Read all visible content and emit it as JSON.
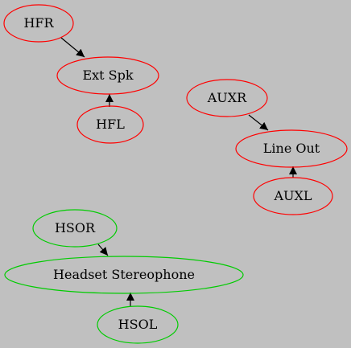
{
  "graph": {
    "background": "#c0c0c0",
    "edge_color": "#000000",
    "nodes": [
      {
        "id": "hfr",
        "label": "HFR",
        "border": "#ff0000"
      },
      {
        "id": "ext-spk",
        "label": "Ext Spk",
        "border": "#ff0000"
      },
      {
        "id": "hfl",
        "label": "HFL",
        "border": "#ff0000"
      },
      {
        "id": "auxr",
        "label": "AUXR",
        "border": "#ff0000"
      },
      {
        "id": "line-out",
        "label": "Line Out",
        "border": "#ff0000"
      },
      {
        "id": "auxl",
        "label": "AUXL",
        "border": "#ff0000"
      },
      {
        "id": "hsor",
        "label": "HSOR",
        "border": "#00cc00"
      },
      {
        "id": "headset-stereophone",
        "label": "Headset Stereophone",
        "border": "#00cc00"
      },
      {
        "id": "hsol",
        "label": "HSOL",
        "border": "#00cc00"
      }
    ],
    "edges": [
      {
        "from": "hfr",
        "to": "ext-spk"
      },
      {
        "from": "hfl",
        "to": "ext-spk"
      },
      {
        "from": "auxr",
        "to": "line-out"
      },
      {
        "from": "auxl",
        "to": "line-out"
      },
      {
        "from": "hsor",
        "to": "headset-stereophone"
      },
      {
        "from": "hsol",
        "to": "headset-stereophone"
      }
    ]
  }
}
